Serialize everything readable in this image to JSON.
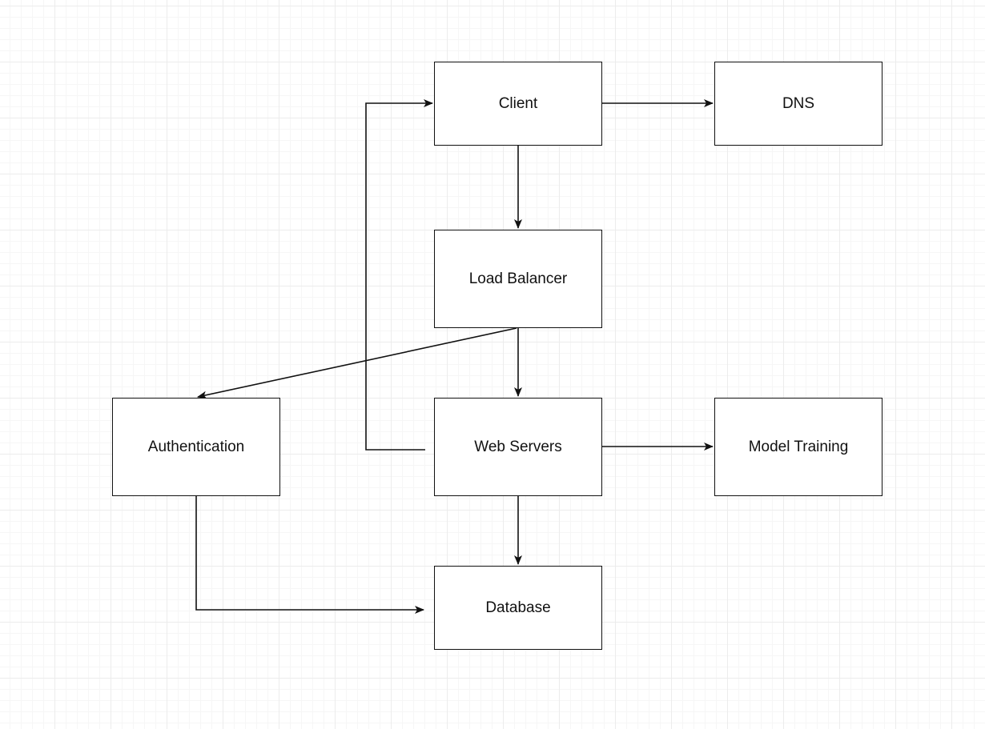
{
  "diagram": {
    "nodes": [
      {
        "id": "client",
        "label": "Client"
      },
      {
        "id": "dns",
        "label": "DNS"
      },
      {
        "id": "load-balancer",
        "label": "Load Balancer"
      },
      {
        "id": "authentication",
        "label": "Authentication"
      },
      {
        "id": "web-servers",
        "label": "Web Servers"
      },
      {
        "id": "model-training",
        "label": "Model Training"
      },
      {
        "id": "database",
        "label": "Database"
      }
    ],
    "edges": [
      {
        "from": "client",
        "to": "dns"
      },
      {
        "from": "client",
        "to": "load-balancer"
      },
      {
        "from": "load-balancer",
        "to": "web-servers"
      },
      {
        "from": "load-balancer",
        "to": "authentication"
      },
      {
        "from": "web-servers",
        "to": "client"
      },
      {
        "from": "web-servers",
        "to": "model-training"
      },
      {
        "from": "web-servers",
        "to": "database"
      },
      {
        "from": "authentication",
        "to": "database"
      }
    ],
    "colors": {
      "stroke": "#111111",
      "grid": "#ececec",
      "background": "#ffffff"
    }
  }
}
